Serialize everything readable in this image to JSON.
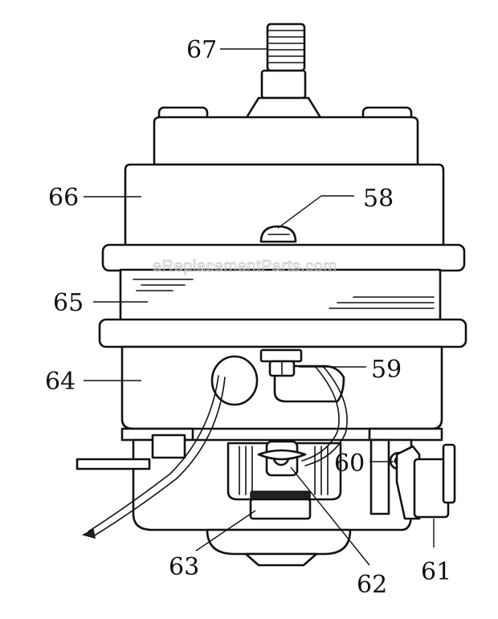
{
  "watermark": "eReplacementParts.com",
  "callouts": {
    "p58": "58",
    "p59": "59",
    "p60": "60",
    "p61": "61",
    "p62": "62",
    "p63": "63",
    "p64": "64",
    "p65": "65",
    "p66": "66",
    "p67": "67"
  },
  "colors": {
    "line": "#111111",
    "background": "#ffffff",
    "watermark": "#c9c9c9"
  }
}
